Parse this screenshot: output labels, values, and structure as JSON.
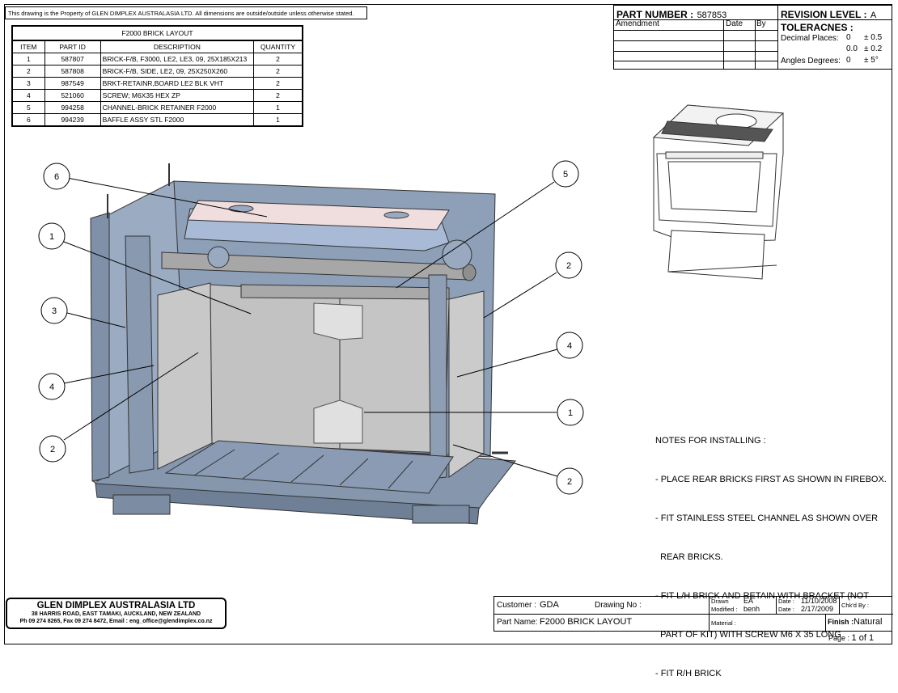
{
  "notice": "This drawing is the Property of GLEN DIMPLEX AUSTRALASIA LTD. All dimensions are outside/outside unless otherwise stated.",
  "bom": {
    "title": "F2000 BRICK LAYOUT",
    "headers": [
      "ITEM",
      "PART ID",
      "DESCRIPTION",
      "QUANTITY"
    ],
    "rows": [
      [
        "1",
        "587807",
        "BRICK-F/B, F3000, LE2, LE3, 09, 25X185X213",
        "2"
      ],
      [
        "2",
        "587808",
        "BRICK-F/B, SIDE, LE2, 09, 25X250X260",
        "2"
      ],
      [
        "3",
        "987549",
        "BRKT-RETAINR,BOARD LE2 BLK VHT",
        "2"
      ],
      [
        "4",
        "521060",
        "SCREW; M6X35 HEX ZP",
        "2"
      ],
      [
        "5",
        "994258",
        "CHANNEL-BRICK RETAINER F2000",
        "1"
      ],
      [
        "6",
        "994239",
        "BAFFLE ASSY STL  F2000",
        "1"
      ]
    ]
  },
  "part_number": {
    "label": "PART NUMBER :",
    "value": "587853"
  },
  "revision": {
    "label": "REVISION LEVEL :",
    "value": "A"
  },
  "amend_headers": {
    "amendment": "Amendment",
    "date": "Date",
    "by": "By"
  },
  "tolerances": {
    "title": "TOLERACNES :",
    "decimal_label": "Decimal Places:",
    "d1_places": "0",
    "d1_tol": "± 0.5",
    "d2_places": "0.0",
    "d2_tol": "± 0.2",
    "angle_label": "Angles Degrees:",
    "a_places": "0",
    "a_tol": "± 5°"
  },
  "callouts": {
    "c1": "1",
    "c2": "1",
    "c3": "2",
    "c4": "2",
    "c5": "2",
    "c6": "3",
    "c7": "4",
    "c8": "4",
    "c9": "5",
    "c10": "6"
  },
  "notes": {
    "title": "NOTES FOR INSTALLING :",
    "lines": [
      "- PLACE REAR BRICKS FIRST AS SHOWN IN FIREBOX.",
      "- FIT STAINLESS STEEL CHANNEL AS SHOWN OVER",
      "  REAR BRICKS.",
      "- FIT L/H BRICK AND RETAIN WITH BRACKET (NOT",
      "  PART OF KIT) WITH SCREW M6 X 35 LONG",
      "- FIT R/H BRICK"
    ]
  },
  "company": {
    "name": "GLEN DIMPLEX AUSTRALASIA LTD",
    "address": "38 HARRIS ROAD, EAST TAMAKI, AUCKLAND, NEW ZEALAND",
    "contact": "Ph 09 274 8265, Fax 09 274 8472, Email : eng_office@glendimplex.co.nz"
  },
  "title_block": {
    "customer_label": "Customer :",
    "customer_value": "GDA",
    "drawing_no_label": "Drawing No :",
    "part_name_label": "Part Name:",
    "part_name_value": "F2000 BRICK LAYOUT",
    "drawn_label": "Drawn",
    "drawn_value": "EA",
    "modified_label": "Modified :",
    "modified_value": "benh",
    "date_label_1": "Date :",
    "date_value_1": "11/10/2008",
    "date_label_2": "Date :",
    "date_value_2": "2/17/2009",
    "chkd_label": "Chk'd By :",
    "material_label": "Material :",
    "finish_label": "Finish :",
    "finish_value": "Natural"
  },
  "page": {
    "label": "Page :",
    "value": "1 of 1"
  }
}
